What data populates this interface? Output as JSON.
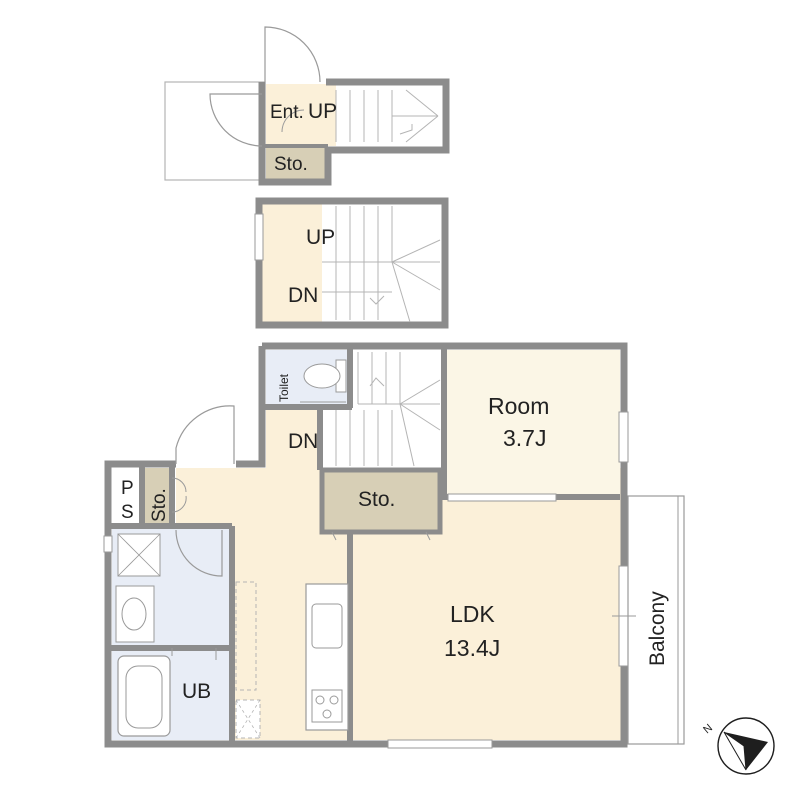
{
  "plan": {
    "colors": {
      "wall": "#8c8c8c",
      "floor_wood": "#fbf0d9",
      "floor_room": "#fbf6e6",
      "wet_area": "#e8edf6",
      "storage": "#d7cfb6",
      "line": "#b4b4b4",
      "compass": "#1e1e1e"
    },
    "labels": {
      "entrance": "Ent.",
      "up": "UP",
      "storage": "Sto.",
      "down": "DN",
      "toilet": "Toilet",
      "room_name": "Room",
      "room_size": "3.7J",
      "ldk_name": "LDK",
      "ldk_size": "13.4J",
      "pipe_space": "P\nS",
      "pipe_space_p": "P",
      "pipe_space_s": "S",
      "unit_bath": "UB",
      "balcony": "Balcony"
    },
    "compass_label": "N"
  }
}
